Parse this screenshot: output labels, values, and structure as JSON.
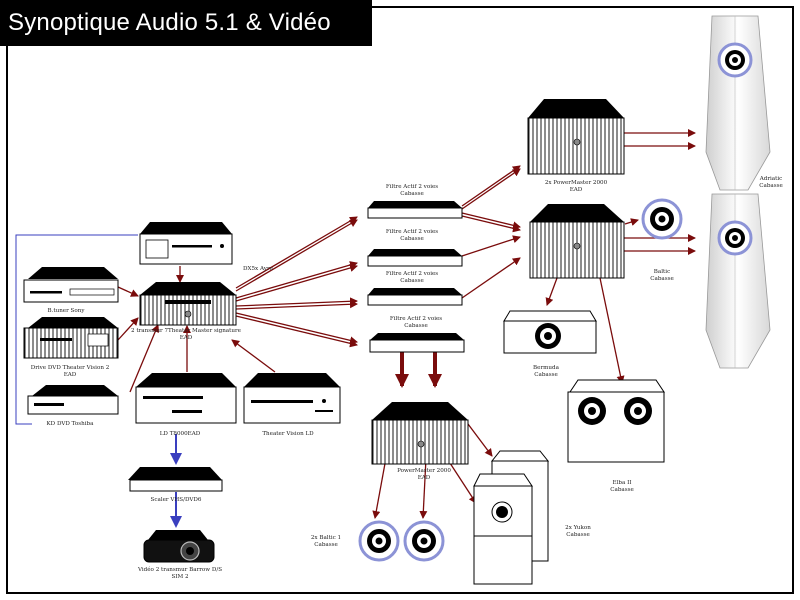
{
  "title": "Synoptique Audio 5.1 & Vidéo",
  "colors": {
    "flow_arrow": "#7a0c0c",
    "video_arrow": "#3a3fbf",
    "device_top": "#000000",
    "device_body": "#ffffff",
    "speaker_ring": "#8c93d6"
  },
  "labels": {
    "dx_ayre": "DX5x Ayre",
    "tuner_sony": "B.tuner Sony",
    "drive_dvd": [
      "Drive DVD Theater Vision 2",
      "EAD"
    ],
    "kd_dvd": "KD DVD Toshiba",
    "preamp": [
      "2 transmur 7Theater Master signature",
      "EAD"
    ],
    "ld": "LD T8000EAD",
    "theater_vision_ld": "Theater Vision LD",
    "scaler": "Scaler VHS/DVD6",
    "projector": [
      "Vidéo 2 transmur Barrow D/S",
      "SIM 2"
    ],
    "filters": [
      [
        "Filtre Actif 2 voies",
        "Cabasse"
      ],
      [
        "Filtre Actif 2 voies",
        "Cabasse"
      ],
      [
        "Filtre Actif 2 voies",
        "Cabasse"
      ],
      [
        "Filtre Actif 2 voies",
        "Cabasse"
      ]
    ],
    "amp_top": [
      "2x PowerMaster 2000",
      "EAD"
    ],
    "amp_bottom": [
      "PowerMaster 2000",
      "EAD"
    ],
    "front_speakers": [
      "Adriatic",
      "Cabasse"
    ],
    "baltic_right": [
      "Baltic",
      "Cabasse"
    ],
    "center_speaker": [
      "Bermuda",
      "Cabasse"
    ],
    "sub_speaker": [
      "Elba II",
      "Cabasse"
    ],
    "baltic_rear": [
      "2x Baltic 1",
      "Cabasse"
    ],
    "yukon": [
      "2x Yukon",
      "Cabasse"
    ]
  }
}
